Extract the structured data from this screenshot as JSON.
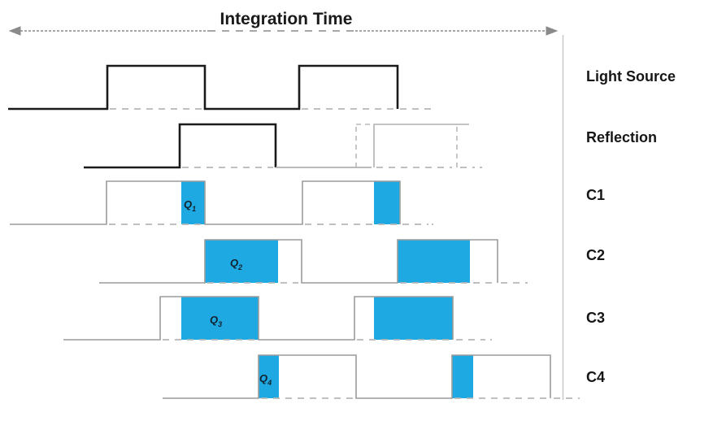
{
  "title": "Integration Time",
  "colors": {
    "charge_fill": "#1FA9E2",
    "strong_signal": "#1a1a1a",
    "gate_signal": "#9b9b9b",
    "dashed_baseline": "#b8b8b8",
    "arrow": "#8a8a8a"
  },
  "rows": [
    {
      "label": "Light Source"
    },
    {
      "label": "Reflection"
    },
    {
      "label": "C1"
    },
    {
      "label": "C2"
    },
    {
      "label": "C3"
    },
    {
      "label": "C4"
    }
  ],
  "q_labels": [
    {
      "base": "Q",
      "sub": "1"
    },
    {
      "base": "Q",
      "sub": "2"
    },
    {
      "base": "Q",
      "sub": "3"
    },
    {
      "base": "Q",
      "sub": "4"
    }
  ],
  "signals": [
    {
      "name": "Light Source",
      "style": "solid-black",
      "pulses": 2
    },
    {
      "name": "Reflection",
      "style": "solid-black-then-dashed-gray",
      "pulses": 2
    },
    {
      "name": "C1",
      "style": "gray-gate",
      "charge_window": "Q1",
      "pulses": 2
    },
    {
      "name": "C2",
      "style": "gray-gate",
      "charge_window": "Q2",
      "pulses": 2
    },
    {
      "name": "C3",
      "style": "gray-gate",
      "charge_window": "Q3",
      "pulses": 2
    },
    {
      "name": "C4",
      "style": "gray-gate",
      "charge_window": "Q4",
      "pulses": 2
    }
  ]
}
